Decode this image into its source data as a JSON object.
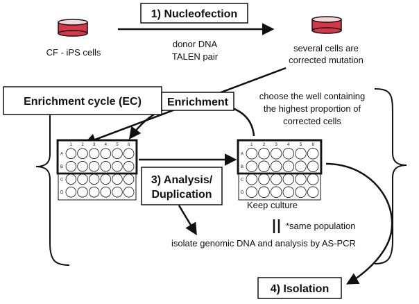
{
  "steps": {
    "nucleofection": "1) Nucleofection",
    "enrichment_cycle": "Enrichment cycle (EC)",
    "enrichment": "Enrichment",
    "analysis_line1": "3) Analysis/",
    "analysis_line2": "Duplication",
    "isolation": "4) Isolation"
  },
  "labels": {
    "cf_ips": "CF - iPS cells",
    "donor_dna": "donor DNA",
    "talen_pair": "TALEN pair",
    "corrected_line1": "several cells are",
    "corrected_line2": "corrected mutation",
    "choose_line1": "choose the well containing",
    "choose_line2": "the highest proportion of",
    "choose_line3": "corrected cells",
    "keep_culture": "Keep culture",
    "same_population": "*same population",
    "isolate_dna": "isolate genomic DNA and analysis by AS-PCR"
  },
  "plate": {
    "columns": [
      "1",
      "2",
      "3",
      "4",
      "5",
      "6"
    ],
    "rows": [
      "A",
      "B",
      "C",
      "D"
    ]
  },
  "colors": {
    "dish_red": "#d9364a",
    "stroke": "#111111"
  }
}
